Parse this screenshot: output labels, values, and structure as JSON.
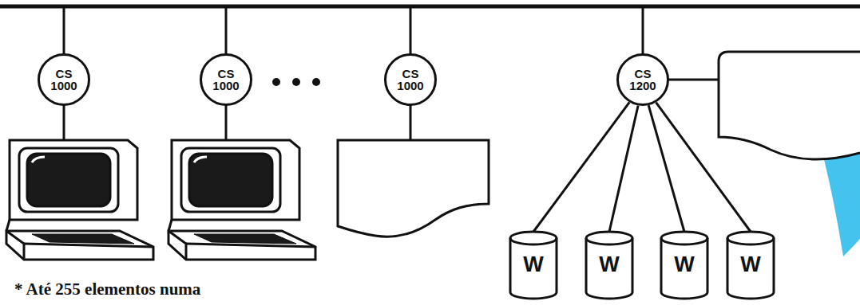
{
  "diagram": {
    "nodes": [
      {
        "text": [
          "CS 1000"
        ]
      },
      {
        "text": [
          "CS 1000"
        ]
      },
      {
        "text": [
          "CS 1000"
        ]
      },
      {
        "text": [
          "CS 1200"
        ]
      },
      {
        "text": [
          "W"
        ]
      },
      {
        "text": [
          "W"
        ]
      },
      {
        "text": [
          "W"
        ]
      },
      {
        "text": [
          "W"
        ]
      }
    ],
    "edges": [
      {
        "from": 3,
        "to": 4,
        "arrow": "none"
      },
      {
        "from": 3,
        "to": 5,
        "arrow": "none"
      },
      {
        "from": 3,
        "to": 6,
        "arrow": "none"
      },
      {
        "from": 3,
        "to": 7,
        "arrow": "none"
      }
    ],
    "labels": [
      "* Até 255 elementos numa"
    ]
  }
}
